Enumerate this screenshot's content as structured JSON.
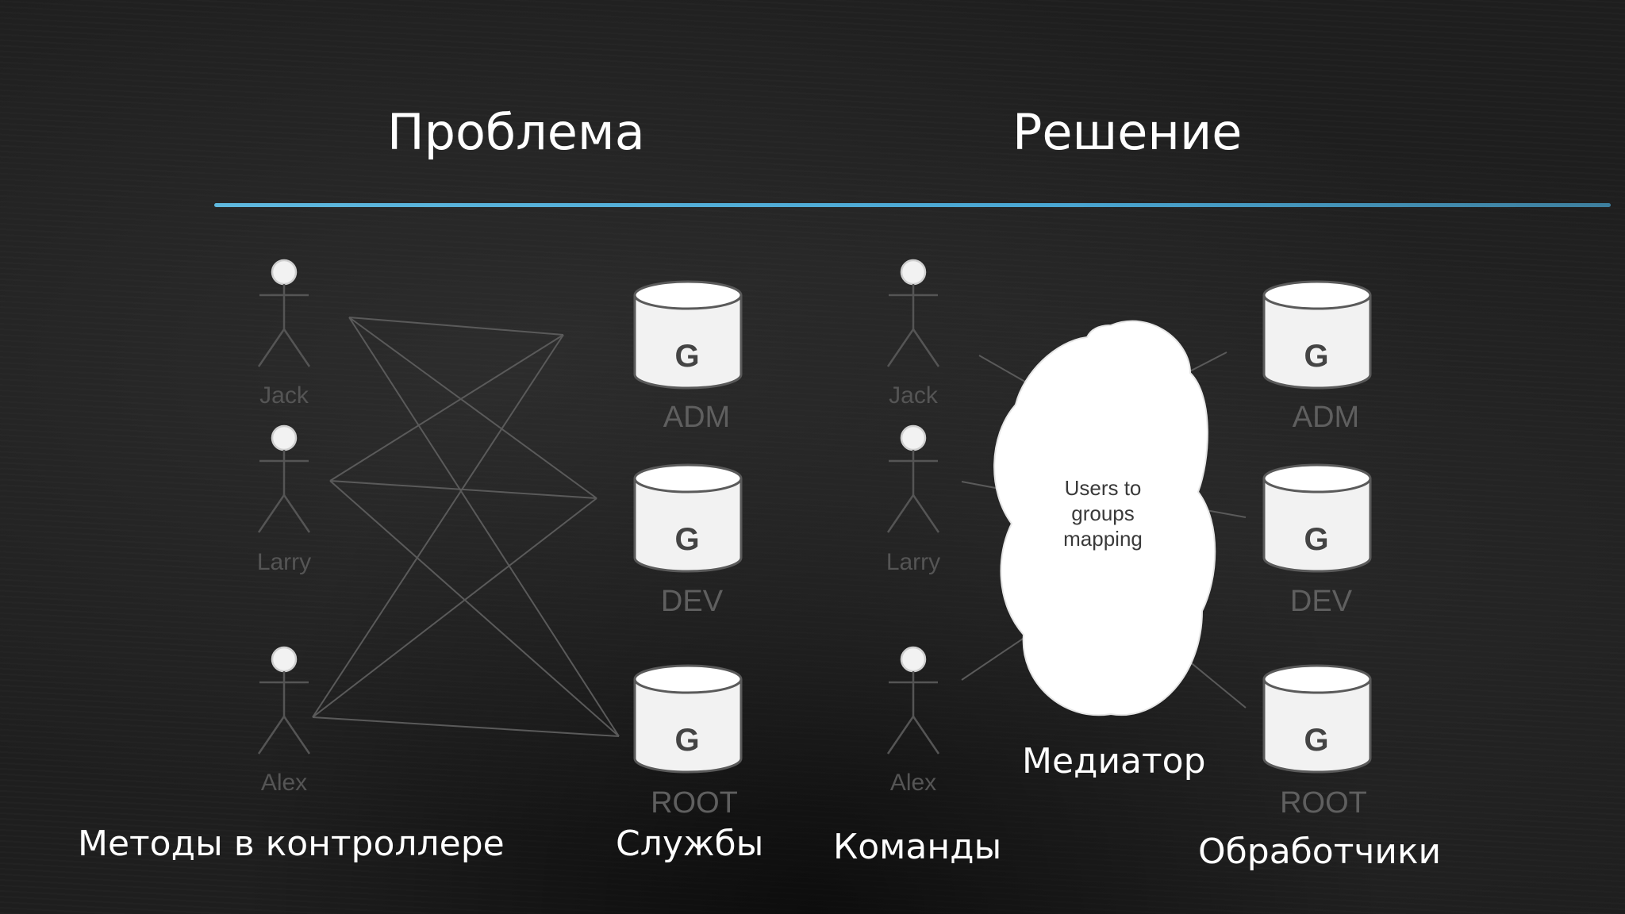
{
  "headings": {
    "problem": "Проблема",
    "solution": "Решение"
  },
  "captions": {
    "controller_methods": "Методы в контроллере",
    "services": "Службы",
    "commands": "Команды",
    "mediator": "Медиатор",
    "handlers": "Обработчики"
  },
  "people": [
    "Jack",
    "Larry",
    "Alex"
  ],
  "groups": [
    {
      "letter": "G",
      "name": "ADM"
    },
    {
      "letter": "G",
      "name": "DEV"
    },
    {
      "letter": "G",
      "name": "ROOT"
    }
  ],
  "cloud": {
    "line1": "Users to",
    "line2": "groups",
    "line3": "mapping"
  },
  "colors": {
    "rule": "#4aa7d3",
    "background": "#1e1e1e",
    "text": "#ffffff"
  }
}
